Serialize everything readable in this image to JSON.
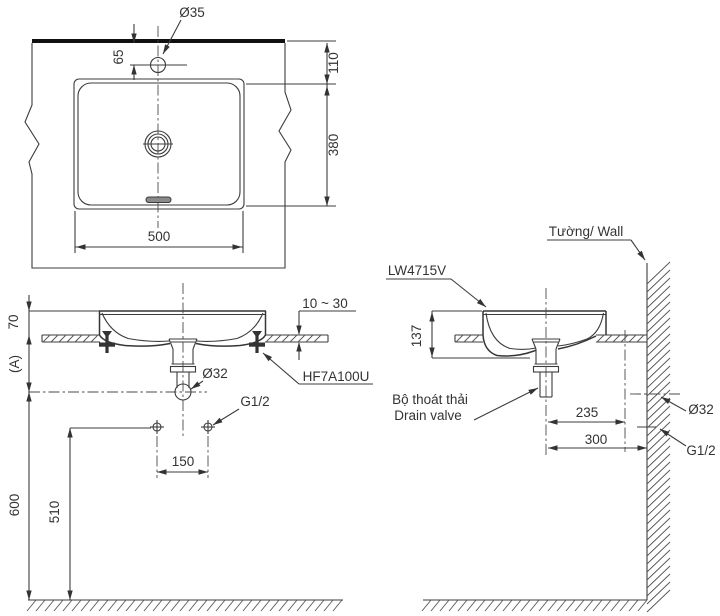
{
  "drawing": {
    "plan_view": {
      "faucet_hole_dia": "Ø35",
      "dim_hole_offset": "65",
      "dim_back_gap": "110",
      "dim_depth": "380",
      "dim_width": "500"
    },
    "front_view": {
      "dim_rim_height": "70",
      "dim_a": "(A)",
      "dim_counter_thickness": "10 ~ 30",
      "drain_pipe_dia": "Ø32",
      "fixing_kit_model": "HF7A100U",
      "supply_thread": "G1/2",
      "dim_supply_spacing": "150",
      "dim_supply_height": "510",
      "dim_drain_height": "600"
    },
    "side_view": {
      "wall_label": "Tường/ Wall",
      "product_model": "LW4715V",
      "dim_basin_height": "137",
      "drain_valve_label_vi": "Bộ thoát thải",
      "drain_valve_label_en": "Drain valve",
      "dim_center_to_outlet": "235",
      "dim_center_to_wall": "300",
      "wall_outlet_dia": "Ø32",
      "wall_supply_thread": "G1/2"
    },
    "colors": {
      "line": "#3c3c3c",
      "background": "#ffffff"
    }
  }
}
